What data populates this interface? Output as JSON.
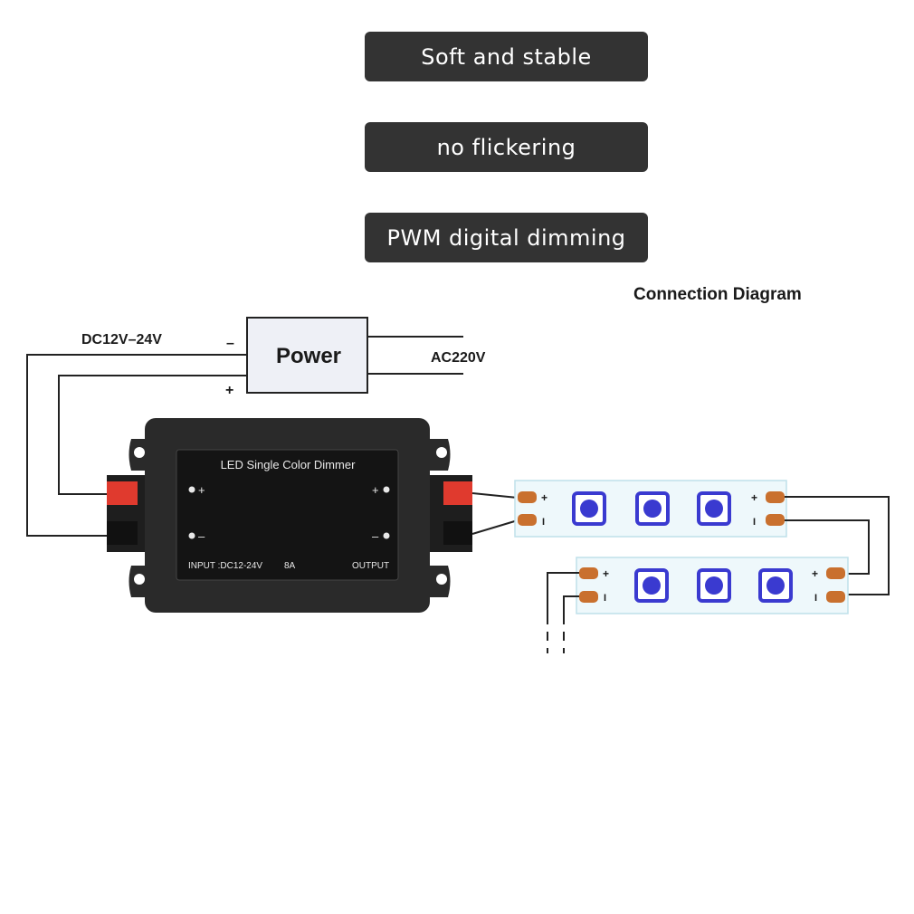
{
  "features": [
    {
      "label": "Soft and stable"
    },
    {
      "label": "no flickering"
    },
    {
      "label": "PWM digital dimming"
    }
  ],
  "diagram": {
    "title": "Connection Diagram",
    "input_voltage": "DC12V–24V",
    "power_label": "Power",
    "ac_label": "AC220V",
    "minus": "–",
    "plus": "+",
    "dimmer": {
      "title": "LED Single Color Dimmer",
      "input": "INPUT :DC12-24V",
      "current": "8A",
      "output": "OUTPUT",
      "plus": "+",
      "minus": "–"
    },
    "strip": {
      "plus": "+",
      "minus": "I"
    }
  },
  "colors": {
    "pill_bg": "#333333",
    "connector_red": "#e03a2e",
    "strip_pad": "#c9702e",
    "led_border": "#3a3ad0",
    "strip_bg": "#eef8fb"
  }
}
